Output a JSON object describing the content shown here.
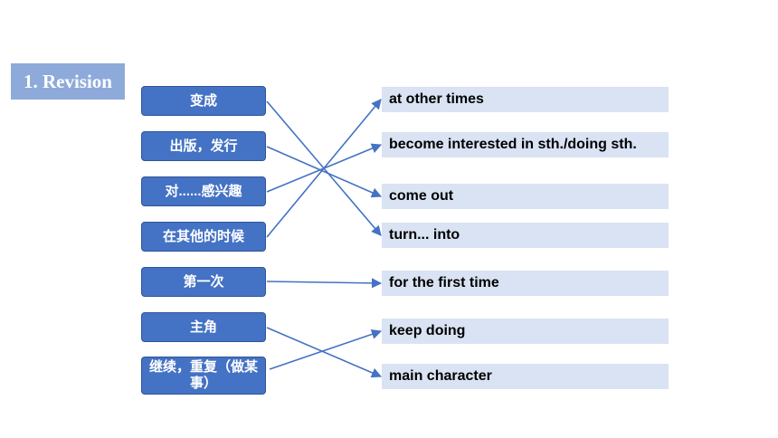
{
  "title": "1. Revision",
  "chinese_items": [
    "变成",
    "出版，发行",
    "对......感兴趣",
    "在其他的时候",
    "第一次",
    "主角",
    "继续，重复（做某事）"
  ],
  "english_items": [
    "at other times",
    "become interested in sth./doing sth.",
    "come out",
    "turn... into",
    "for the first time",
    "keep doing",
    "main character"
  ],
  "colors": {
    "chinese_box": "#4472c4",
    "english_box": "#dae3f3",
    "title_badge": "#8eaadb",
    "connector": "#4472c4"
  }
}
